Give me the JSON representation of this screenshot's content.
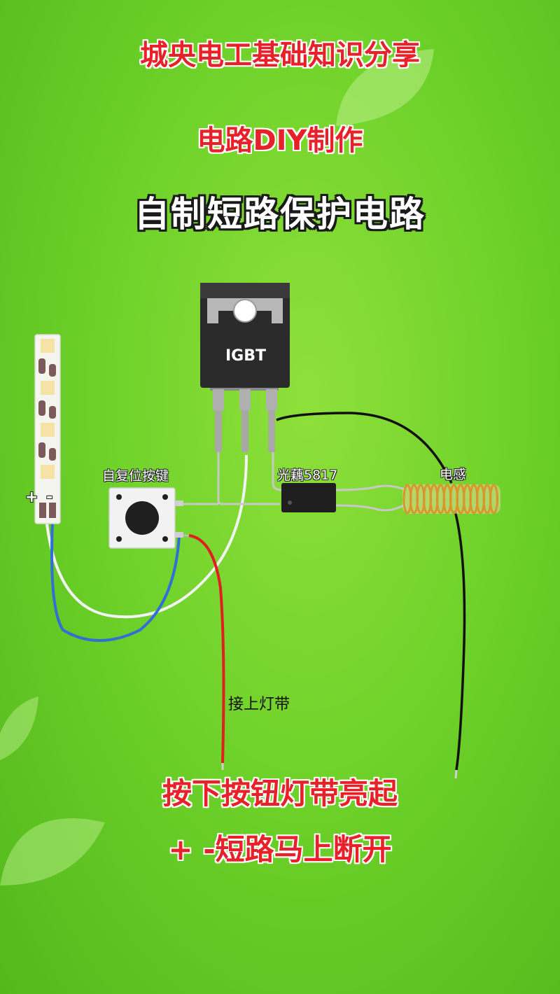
{
  "titles": {
    "line1": "城央电工基础知识分享",
    "line2": "电路DIY制作",
    "line3": "自制短路保护电路"
  },
  "components": {
    "igbt_label": "IGBT",
    "button_label": "自复位按键",
    "optocoupler_label": "光藕5817",
    "inductor_label": "电感",
    "plus_minus_label": "+ -",
    "led_strip_label": "接上灯带"
  },
  "captions": {
    "line1": "按下按钮灯带亮起",
    "line2": "+ -短路马上断开"
  },
  "colors": {
    "background": "#6fd22a",
    "title_red": "#e8202a",
    "wire_red": "#e02020",
    "wire_blue": "#2f6fd6",
    "wire_black": "#111111",
    "wire_white": "#f2f2f2",
    "coil_copper": "#d9962a"
  }
}
